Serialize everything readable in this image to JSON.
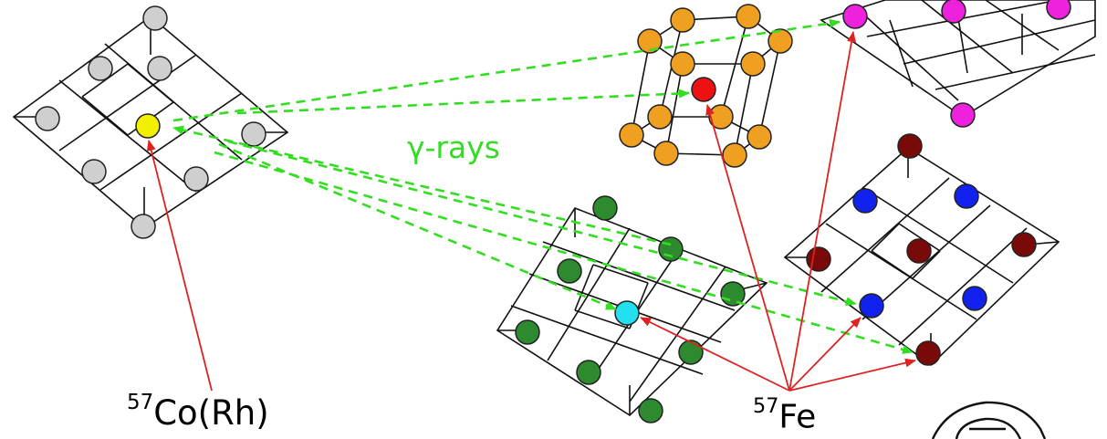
{
  "labels": {
    "source": {
      "mass": "57",
      "text": "Co(Rh)"
    },
    "absorber": {
      "mass": "57",
      "text": "Fe"
    },
    "rays": "γ-rays"
  },
  "colors": {
    "grid": "#111111",
    "source_atom": "#f0f000",
    "host_gray": "#cfcfcf",
    "host_green": "#2e8a2e",
    "fe_cyan": "#22e0f0",
    "host_orange": "#f0a020",
    "fe_red": "#ee1111",
    "host_magenta": "#ee22dd",
    "fe_blue": "#1122ee",
    "fe_darkred": "#7a0a0a",
    "ray_green": "#33dd22",
    "arrow_red": "#dd2222"
  }
}
